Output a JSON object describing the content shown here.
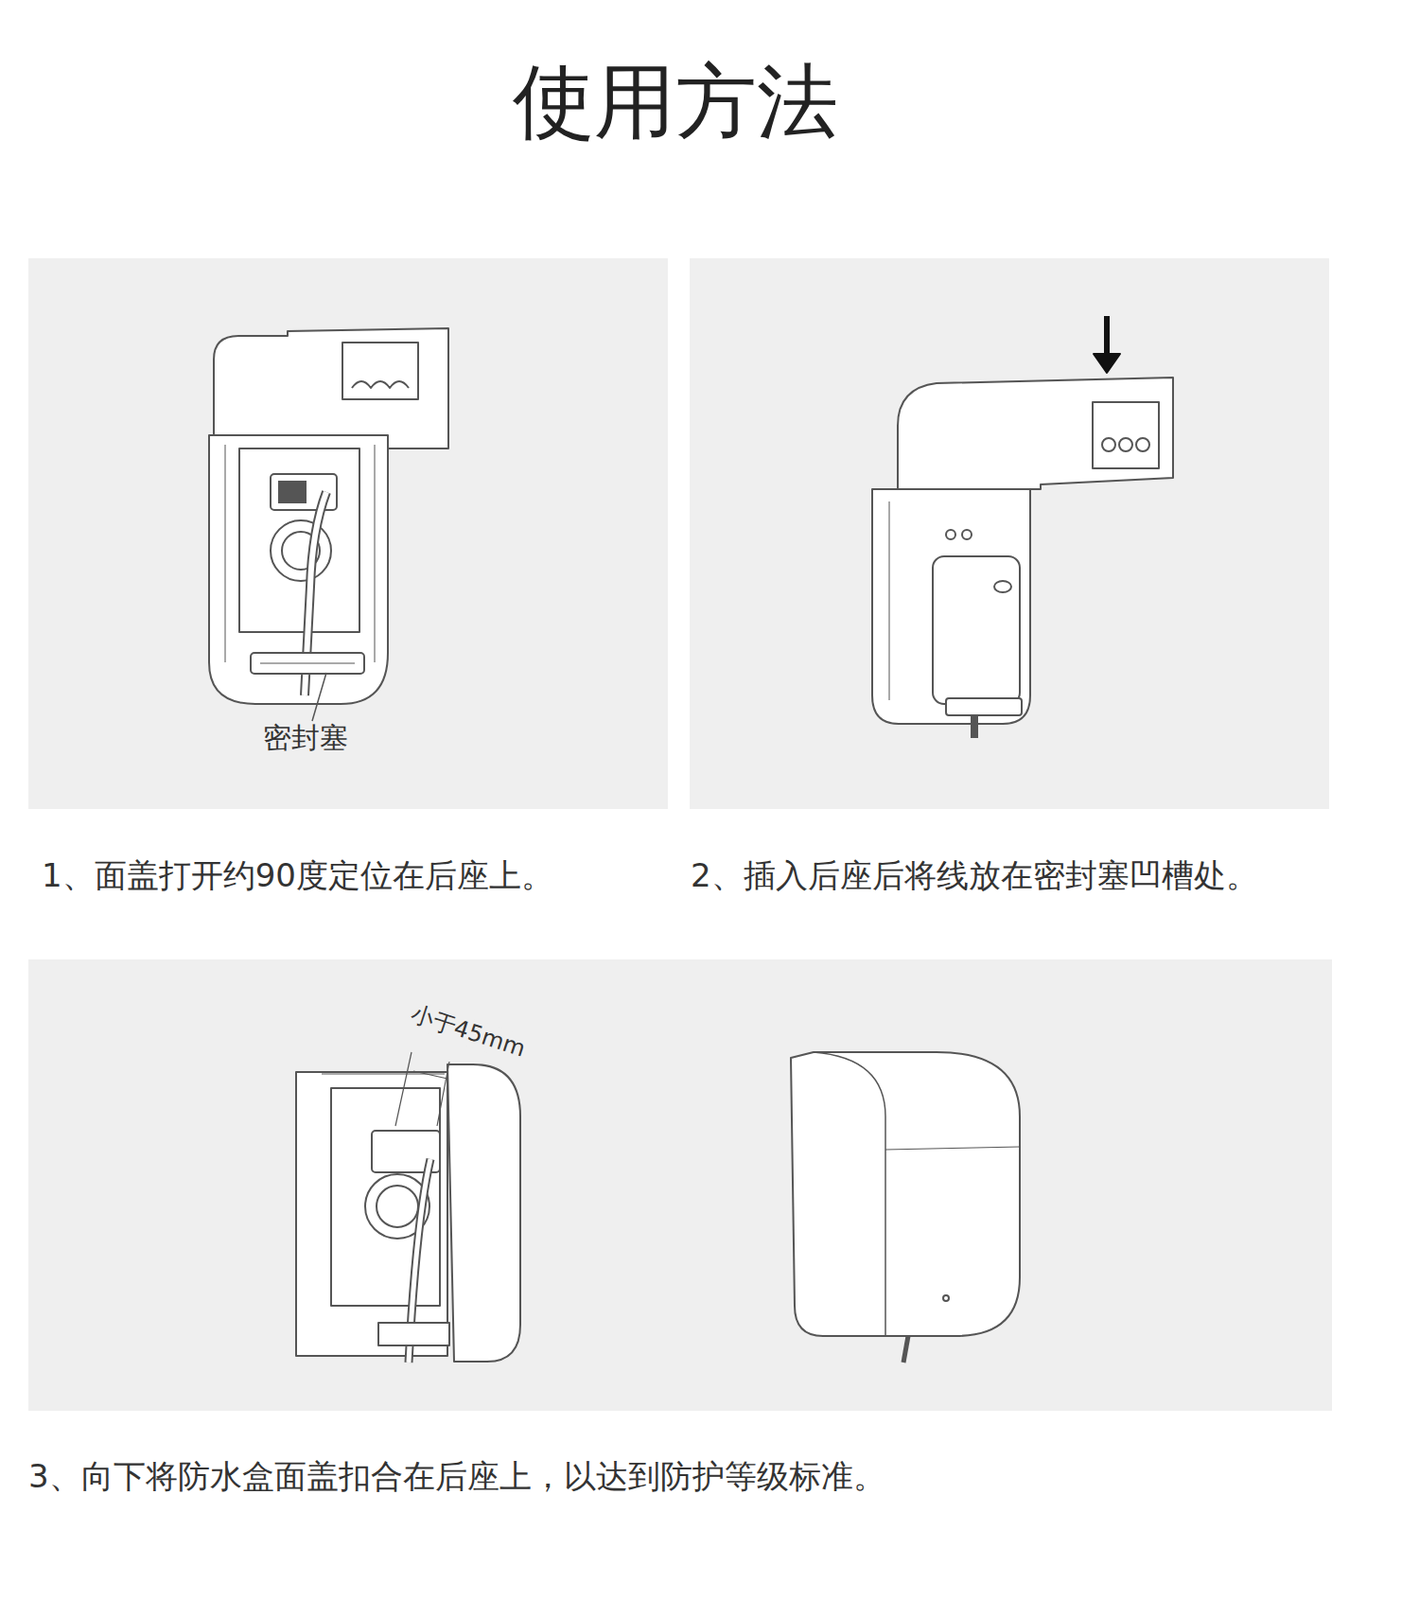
{
  "diagram": {
    "title": "使用方法",
    "labels": [
      "密封塞",
      "1、面盖打开约90度定位在后座上。",
      "2、插入后座后将线放在密封塞凹槽处。",
      "小于45mm",
      "3、向下将防水盒面盖扣合在后座上，以达到防护等级标准。"
    ]
  }
}
